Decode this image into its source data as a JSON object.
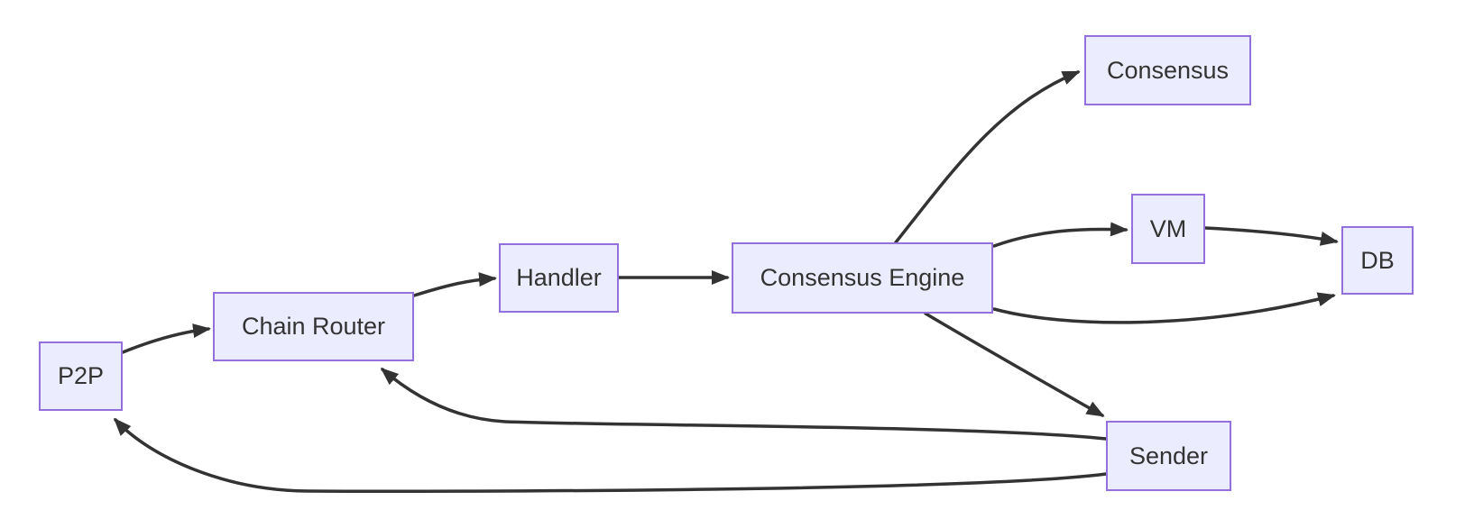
{
  "diagram": {
    "type": "flowchart",
    "direction": "left-to-right",
    "colors": {
      "background": "#FFFFFF",
      "node_fill": "#ECECFF",
      "node_border": "#9370DB",
      "edge": "#333333",
      "text": "#333333"
    },
    "nodes": [
      {
        "id": "p2p",
        "label": "P2P"
      },
      {
        "id": "chain_router",
        "label": "Chain Router"
      },
      {
        "id": "handler",
        "label": "Handler"
      },
      {
        "id": "consensus_engine",
        "label": "Consensus Engine"
      },
      {
        "id": "consensus",
        "label": "Consensus"
      },
      {
        "id": "vm",
        "label": "VM"
      },
      {
        "id": "db",
        "label": "DB"
      },
      {
        "id": "sender",
        "label": "Sender"
      }
    ],
    "edges": [
      {
        "from": "P2P",
        "to": "Chain Router"
      },
      {
        "from": "Chain Router",
        "to": "Handler"
      },
      {
        "from": "Handler",
        "to": "Consensus Engine"
      },
      {
        "from": "Consensus Engine",
        "to": "Consensus"
      },
      {
        "from": "Consensus Engine",
        "to": "VM"
      },
      {
        "from": "VM",
        "to": "DB"
      },
      {
        "from": "Consensus Engine",
        "to": "DB"
      },
      {
        "from": "Consensus Engine",
        "to": "Sender"
      },
      {
        "from": "Sender",
        "to": "Chain Router"
      },
      {
        "from": "Sender",
        "to": "P2P"
      }
    ]
  }
}
